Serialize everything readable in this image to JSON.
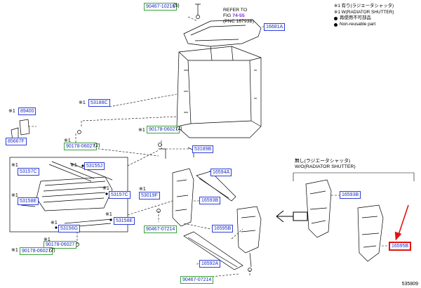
{
  "legend": {
    "with_shutter": "※1 有り(ラジエータシャッタ)",
    "without_shutter": "※1 W(RADIATOR SHUTTER)",
    "non_reusable_jp": "再使用不可部品",
    "non_reusable_en": "Non-reusable part"
  },
  "refer_note": {
    "line1": "REFER TO",
    "line2_prefix": "FIG ",
    "fig": "74-55",
    "line3": "(PNC 16793B)"
  },
  "without_shutter_label": {
    "jp": "無し(ラジエータシャッタ)",
    "en": "W/O(RADIATOR SHUTTER)"
  },
  "diagram_id": "535809",
  "marker_x1": "※1",
  "parts": {
    "p90467_10216": "90467-10216",
    "q90467_10216": "(5)",
    "p16681A": "16681A",
    "p53188C": "53188C",
    "p89400": "89400",
    "p85667F": "85667F",
    "p90178_06027_a": "90178-06027",
    "q90178_06027_a": "(2)",
    "p90178_06027_b": "90178-06027",
    "q90178_06027_b": "(2)",
    "p53189B": "53189B",
    "p53157C_a": "53157C",
    "p53155J": "53155J",
    "p53158E_a": "53158E",
    "p53157C_b": "53157C",
    "p53019F": "53019F",
    "p53158E_b": "53158E",
    "p53156G": "53156G",
    "p90178_06027_c": "90178-06027",
    "p90178_06027_d": "90178-06027",
    "q90178_06027_d": "(2)",
    "p16594A": "16594A",
    "p16593B_a": "16593B",
    "p90467_07214_a": "90467-07214",
    "p16595B_a": "16595B",
    "p16592A": "16592A",
    "p90467_07214_b": "90467-07214",
    "p16593B_b": "16593B",
    "p16595B_b": "16595B"
  }
}
